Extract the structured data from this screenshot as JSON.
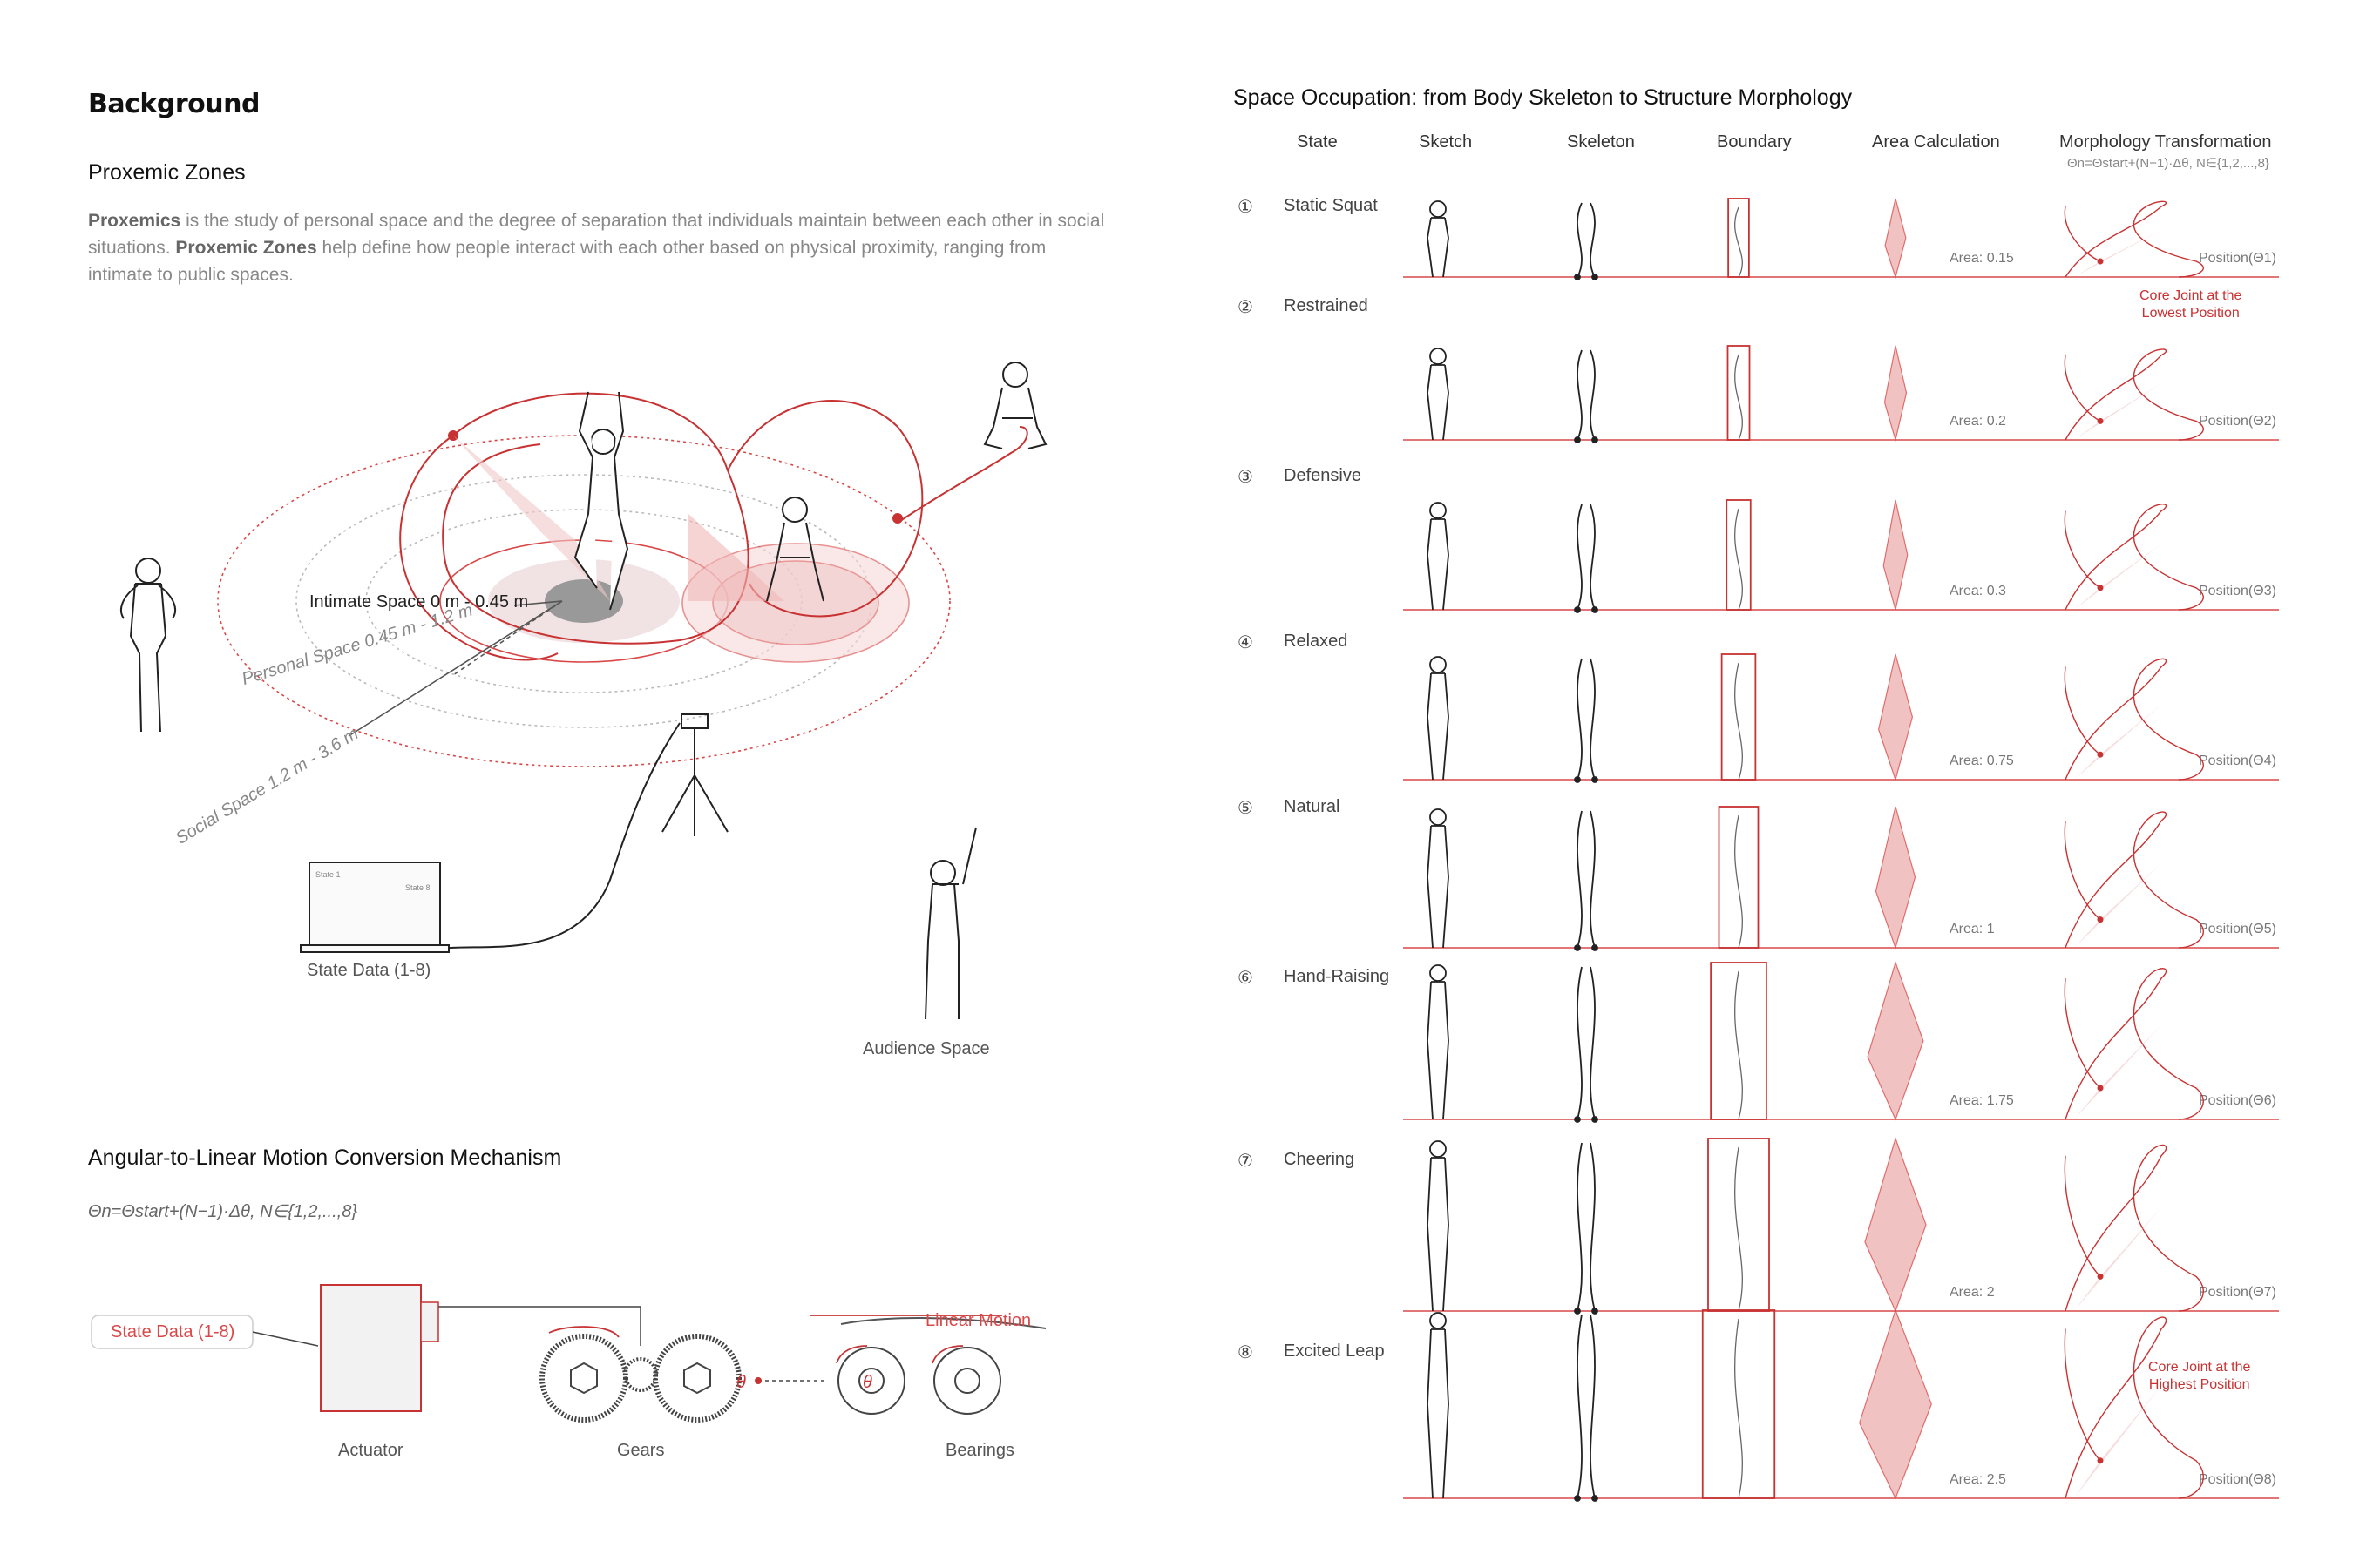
{
  "background": {
    "title": "Background",
    "proxemic": {
      "heading": "Proxemic Zones",
      "term1": "Proxemics",
      "text1": " is the study of personal space and the degree of separation that individuals maintain between each other in social situations.  ",
      "term2": "Proxemic Zones",
      "text2": " help define how people interact with each other based on physical proximity, ranging from intimate to public spaces."
    },
    "zones": {
      "intimate": "Intimate Space 0 m - 0.45 m",
      "personal": "Personal Space 0.45 m - 1.2 m",
      "social": "Social Space 1.2 m - 3.6 m",
      "state_data": "State Data (1-8)",
      "audience": "Audience Space",
      "laptop_state1": "State 1",
      "laptop_state8": "State 8"
    },
    "mechanism": {
      "heading": "Angular-to-Linear Motion Conversion Mechanism",
      "formula": "Θn=Θstart+(N−1)·Δθ, N∈{1,2,...,8}",
      "input": "State Data (1-8)",
      "actuator": "Actuator",
      "gears": "Gears",
      "bearings": "Bearings",
      "linear": "Linear Motion",
      "theta": "θ"
    }
  },
  "space": {
    "title": "Space Occupation: from Body Skeleton to Structure Morphology",
    "columns": [
      "State",
      "Sketch",
      "Skeleton",
      "Boundary",
      "Area Calculation",
      "Morphology Transformation"
    ],
    "formula_sub": "Θn=Θstart+(N−1)·Δθ, N∈{1,2,...,8}",
    "states": [
      {
        "num": "①",
        "name": "Static Squat",
        "area": "Area: 0.15",
        "area_value": 0.15,
        "pos": "Position(Θ1)"
      },
      {
        "num": "②",
        "name": "Restrained",
        "area": "Area: 0.2",
        "area_value": 0.2,
        "pos": "Position(Θ2)"
      },
      {
        "num": "③",
        "name": "Defensive",
        "area": "Area: 0.3",
        "area_value": 0.3,
        "pos": "Position(Θ3)"
      },
      {
        "num": "④",
        "name": "Relaxed",
        "area": "Area: 0.75",
        "area_value": 0.75,
        "pos": "Position(Θ4)"
      },
      {
        "num": "⑤",
        "name": "Natural",
        "area": "Area: 1",
        "area_value": 1,
        "pos": "Position(Θ5)"
      },
      {
        "num": "⑥",
        "name": "Hand-Raising",
        "area": "Area: 1.75",
        "area_value": 1.75,
        "pos": "Position(Θ6)"
      },
      {
        "num": "⑦",
        "name": "Cheering",
        "area": "Area: 2",
        "area_value": 2,
        "pos": "Position(Θ7)"
      },
      {
        "num": "⑧",
        "name": "Excited Leap",
        "area": "Area: 2.5",
        "area_value": 2.5,
        "pos": "Position(Θ8)"
      }
    ],
    "note_low": "Core Joint at the\nLowest Position",
    "note_high": "Core Joint at the\nHighest Position"
  },
  "colors": {
    "accent": "#d94848",
    "line": "#222222",
    "grey": "#888888"
  }
}
